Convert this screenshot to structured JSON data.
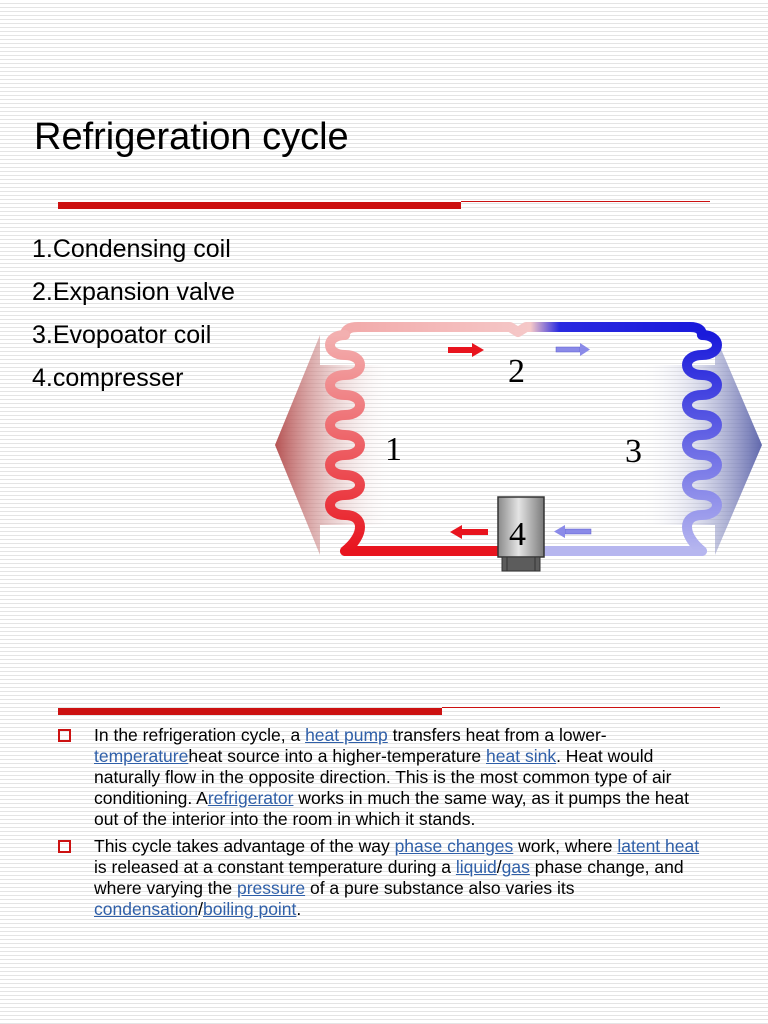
{
  "title": "Refrigeration cycle",
  "parts": [
    "1.Condensing coil",
    "2.Expansion valve",
    "3.Evopoator coil",
    "4.compresser"
  ],
  "diagram": {
    "label_1": "1",
    "label_2": "2",
    "label_3": "3",
    "label_4": "4"
  },
  "colors": {
    "accent": "#cc1111",
    "link": "#2f5fa8",
    "hot": "#e8141e",
    "cold": "#1a1adb"
  },
  "bullets": [
    {
      "t1": "In the refrigeration cycle, a ",
      "l1": "heat pump",
      "t2": " transfers heat from a lower-",
      "l2": "temperature",
      "t3": "heat source into a higher-temperature ",
      "l3": "heat sink",
      "t4": ". Heat would naturally flow in the opposite direction. This is the most common type of air conditioning. A",
      "l4": "refrigerator",
      "t5": " works in much the same way, as it pumps the heat out of the interior into the room in which it stands."
    },
    {
      "t1": "This cycle takes advantage of the way ",
      "l1": "phase changes",
      "t2": " work, where ",
      "l2": "latent heat",
      "t3": " is released at a constant temperature during a ",
      "l3": "liquid",
      "t4": "/",
      "l4": "gas",
      "t5": " phase change, and where varying the ",
      "l5": "pressure",
      "t6": " of a pure substance also varies its ",
      "l6": "condensation",
      "t7": "/",
      "l7": "boiling point",
      "t8": "."
    }
  ]
}
